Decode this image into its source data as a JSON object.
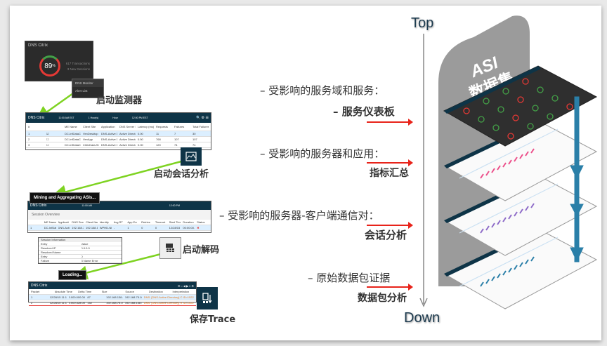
{
  "left": {
    "widget": {
      "title": "DNS Citrix",
      "percent": "89",
      "percent_suffix": "%",
      "transactions": "617 Transactions",
      "sessions": "3 New Sessions",
      "menu": [
        "DNS Monitor",
        "Alert List"
      ]
    },
    "step1_label": "启动监测器",
    "monitor_table": {
      "title": "DNS Citrix",
      "time1": "11:00 AM EST",
      "range": "1 Hour(s)",
      "granularity": "Hour",
      "time2": "12:00 PM EST",
      "headers": [
        "#",
        "",
        "ME Name",
        "Client Site",
        "Application",
        "DNS Server Name",
        "Latency (ms)",
        "Requests",
        "Failures",
        "Total Failures"
      ],
      "rows": [
        [
          "1",
          "☑",
          "DC-InfDataCenter",
          "VenDesktop",
          "DNS-Active Directory",
          "Active Directory",
          "0.00",
          "11",
          "7",
          "30"
        ],
        [
          "2",
          "☐",
          "DC-InfDataCenter",
          "VenApp",
          "DNS-Active Directory",
          "Active Directory",
          "0.50",
          "768",
          "107",
          "107"
        ],
        [
          "3",
          "☐",
          "DC-InfDataCenter",
          "CitrixData-Srv",
          "DNS-Active Directory",
          "Active Directory",
          "0.00",
          "120",
          "74",
          "74"
        ]
      ]
    },
    "step2_label": "启动会话分析",
    "mining_label": "Mining and Aggregating ASIs...",
    "session_table": {
      "title": "DNS Citrix",
      "time1": "11:00 AM",
      "time2": "12:00 PM",
      "section": "Session Overview",
      "headers": [
        "",
        "ME Name",
        "Applicati",
        "DNS Server",
        "Client Name",
        "Identity",
        "Avg RT",
        "App Err",
        "Retries",
        "Timeout",
        "Start Time",
        "Duration",
        "Status"
      ],
      "rows": [
        [
          "1",
          "DC-InfDataCenter",
          "DNS-Active Directory",
          "192.168.75.10",
          "192.168.138.4",
          "WPHD-NETTSCOUTT.COM",
          "-",
          "1",
          "0",
          "0",
          "12/28/15 11:18:56 AM",
          "00:00:00.0",
          "✖"
        ]
      ]
    },
    "session_info": {
      "title": "Session Information",
      "headers": [
        "Entry",
        "Value"
      ],
      "rows": [
        [
          "Resolved IP",
          "0.0.0.0"
        ],
        [
          "Resolved Name",
          ""
        ],
        [
          "Entry",
          "0"
        ],
        [
          "Failure",
          "3 Name Error"
        ]
      ]
    },
    "step3_label": "启动解码",
    "loading_label": "Loading...",
    "decode_table": {
      "title": "DNS Citrix",
      "headers": [
        "Packet",
        "Absolute Time",
        "Delta Time",
        "Size",
        "Source",
        "Destination",
        "Interpretation"
      ],
      "rows": [
        [
          "1",
          "12/28/15 11:18:56.775.6",
          "0.000.000.000",
          "87",
          "192.168.138.4",
          "192.168.75.10",
          "DNS: [DNS-Active Directory] C ID=15227 OP=QUERY"
        ],
        [
          "2",
          "12/28/15 11:18:56.776.5",
          "0.000.428.000",
          "152",
          "192.168.75.10",
          "192.168.138.4",
          "DNS: [DNS-Active Directory] R ID=15227 OP=QUERY"
        ]
      ]
    },
    "step4_label": "保存Trace"
  },
  "right": {
    "top_label": "Top",
    "down_label": "Down",
    "dataset_label": [
      "ASI",
      "数据集"
    ],
    "levels": [
      {
        "title": "–  受影响的服务域和服务：",
        "item": "–  服务仪表板"
      },
      {
        "title": "–  受影响的服务器和应用：",
        "item": "指标汇总"
      },
      {
        "title": "–  受影响的服务器-客户端通信对：",
        "item": "会话分析"
      },
      {
        "title": "–  原始数据包证据",
        "item": "数据包分析"
      }
    ]
  },
  "colors": {
    "navy": "#0e3447",
    "green_arrow": "#7ed321",
    "red_arrow": "#e8231a",
    "blue_arrow": "#2a7fa8",
    "gauge_red": "#e53935",
    "gauge_green": "#43a047"
  }
}
